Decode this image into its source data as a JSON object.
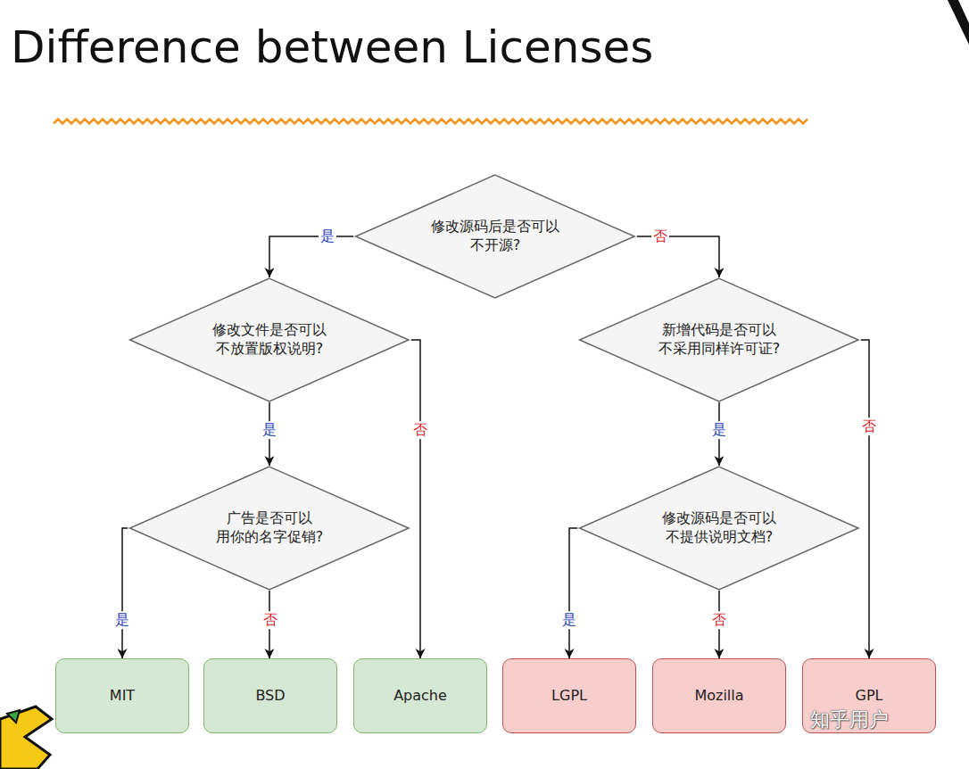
{
  "diagram": {
    "title": "Difference between Licenses",
    "nodes": [
      {
        "text": [
          "修改源码后是否可以 不开源?"
        ]
      },
      {
        "text": [
          "修改文件是否可以 不放置版权说明?"
        ]
      },
      {
        "text": [
          "新增代码是否可以 不采用同样许可证?"
        ]
      },
      {
        "text": [
          "广告是否可以 用你的名字促销?"
        ]
      },
      {
        "text": [
          "修改源码是否可以 不提供说明文档?"
        ]
      },
      {
        "text": [
          "MIT"
        ]
      },
      {
        "text": [
          "BSD"
        ]
      },
      {
        "text": [
          "Apache"
        ]
      },
      {
        "text": [
          "LGPL"
        ]
      },
      {
        "text": [
          "Mozilla"
        ]
      },
      {
        "text": [
          "GPL"
        ]
      }
    ],
    "edges": [
      {
        "from": 0,
        "to": 1,
        "label": "是",
        "arrow": "to"
      },
      {
        "from": 0,
        "to": 2,
        "label": "否",
        "arrow": "to"
      },
      {
        "from": 1,
        "to": 3,
        "label": "是",
        "arrow": "to"
      },
      {
        "from": 1,
        "to": 7,
        "label": "否",
        "arrow": "to"
      },
      {
        "from": 2,
        "to": 4,
        "label": "是",
        "arrow": "to"
      },
      {
        "from": 2,
        "to": 10,
        "label": "否",
        "arrow": "to"
      },
      {
        "from": 3,
        "to": 5,
        "label": "是",
        "arrow": "to"
      },
      {
        "from": 3,
        "to": 6,
        "label": "否",
        "arrow": "to"
      },
      {
        "from": 4,
        "to": 8,
        "label": "是",
        "arrow": "to"
      },
      {
        "from": 4,
        "to": 9,
        "label": "否",
        "arrow": "to"
      }
    ],
    "labels": [
      "知乎用户"
    ]
  }
}
